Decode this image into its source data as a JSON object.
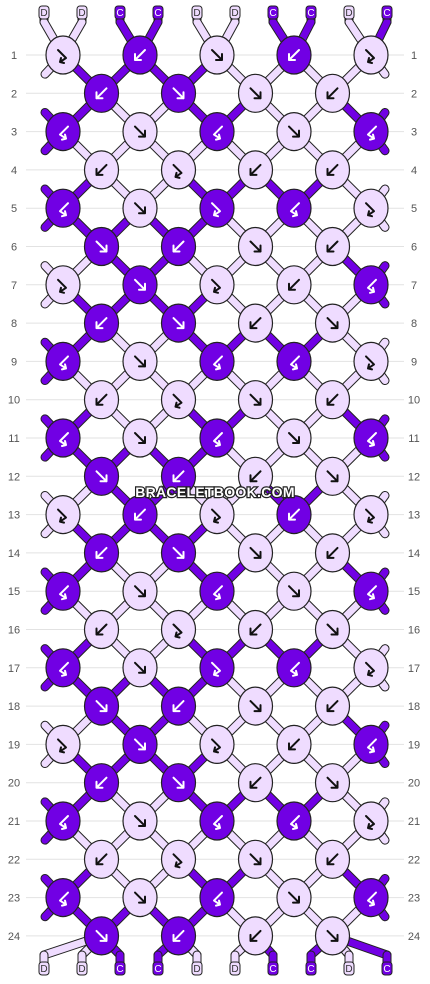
{
  "watermark": "BRACELETBOOK.COM",
  "colors": {
    "C": "#7100e4",
    "D": "#efdcff"
  },
  "top_labels": [
    "D",
    "D",
    "C",
    "C",
    "D",
    "D",
    "C",
    "C",
    "D",
    "C"
  ],
  "bottom_labels": [
    "D",
    "D",
    "C",
    "C",
    "D",
    "D",
    "C",
    "C",
    "D",
    "C"
  ],
  "row_labels": [
    "1",
    "2",
    "3",
    "4",
    "5",
    "6",
    "7",
    "8",
    "9",
    "10",
    "11",
    "12",
    "13",
    "14",
    "15",
    "16",
    "17",
    "18",
    "19",
    "20",
    "21",
    "22",
    "23",
    "24"
  ],
  "knot_rows": [
    [
      {
        "c": "D",
        "a": "fb"
      },
      {
        "c": "C",
        "a": "b"
      },
      {
        "c": "D",
        "a": "f"
      },
      {
        "c": "C",
        "a": "b"
      },
      {
        "c": "D",
        "a": "fb"
      }
    ],
    [
      {
        "c": "C",
        "a": "b"
      },
      {
        "c": "C",
        "a": "f"
      },
      {
        "c": "D",
        "a": "f"
      },
      {
        "c": "D",
        "a": "b"
      }
    ],
    [
      {
        "c": "C",
        "a": "bf"
      },
      {
        "c": "D",
        "a": "f"
      },
      {
        "c": "C",
        "a": "bf"
      },
      {
        "c": "D",
        "a": "f"
      },
      {
        "c": "C",
        "a": "bf"
      }
    ],
    [
      {
        "c": "D",
        "a": "b"
      },
      {
        "c": "D",
        "a": "fb"
      },
      {
        "c": "D",
        "a": "b"
      },
      {
        "c": "D",
        "a": "b"
      }
    ],
    [
      {
        "c": "C",
        "a": "bf"
      },
      {
        "c": "D",
        "a": "f"
      },
      {
        "c": "C",
        "a": "fb"
      },
      {
        "c": "C",
        "a": "bf"
      },
      {
        "c": "D",
        "a": "fb"
      }
    ],
    [
      {
        "c": "C",
        "a": "f"
      },
      {
        "c": "C",
        "a": "b"
      },
      {
        "c": "D",
        "a": "f"
      },
      {
        "c": "D",
        "a": "b"
      }
    ],
    [
      {
        "c": "D",
        "a": "fb"
      },
      {
        "c": "C",
        "a": "f"
      },
      {
        "c": "D",
        "a": "fb"
      },
      {
        "c": "D",
        "a": "b"
      },
      {
        "c": "C",
        "a": "bf"
      }
    ],
    [
      {
        "c": "C",
        "a": "b"
      },
      {
        "c": "C",
        "a": "f"
      },
      {
        "c": "D",
        "a": "b"
      },
      {
        "c": "D",
        "a": "f"
      }
    ],
    [
      {
        "c": "C",
        "a": "bf"
      },
      {
        "c": "D",
        "a": "f"
      },
      {
        "c": "C",
        "a": "bf"
      },
      {
        "c": "C",
        "a": "bf"
      },
      {
        "c": "D",
        "a": "fb"
      }
    ],
    [
      {
        "c": "D",
        "a": "b"
      },
      {
        "c": "D",
        "a": "fb"
      },
      {
        "c": "D",
        "a": "f"
      },
      {
        "c": "D",
        "a": "b"
      }
    ],
    [
      {
        "c": "C",
        "a": "bf"
      },
      {
        "c": "D",
        "a": "f"
      },
      {
        "c": "C",
        "a": "bf"
      },
      {
        "c": "D",
        "a": "f"
      },
      {
        "c": "C",
        "a": "bf"
      }
    ],
    [
      {
        "c": "C",
        "a": "f"
      },
      {
        "c": "C",
        "a": "b"
      },
      {
        "c": "D",
        "a": "b"
      },
      {
        "c": "D",
        "a": "f"
      }
    ],
    [
      {
        "c": "D",
        "a": "fb"
      },
      {
        "c": "C",
        "a": "b"
      },
      {
        "c": "D",
        "a": "fb"
      },
      {
        "c": "C",
        "a": "b"
      },
      {
        "c": "D",
        "a": "fb"
      }
    ],
    [
      {
        "c": "C",
        "a": "b"
      },
      {
        "c": "C",
        "a": "f"
      },
      {
        "c": "D",
        "a": "f"
      },
      {
        "c": "D",
        "a": "b"
      }
    ],
    [
      {
        "c": "C",
        "a": "bf"
      },
      {
        "c": "D",
        "a": "f"
      },
      {
        "c": "C",
        "a": "bf"
      },
      {
        "c": "D",
        "a": "f"
      },
      {
        "c": "C",
        "a": "bf"
      }
    ],
    [
      {
        "c": "D",
        "a": "b"
      },
      {
        "c": "D",
        "a": "fb"
      },
      {
        "c": "D",
        "a": "b"
      },
      {
        "c": "D",
        "a": "f"
      }
    ],
    [
      {
        "c": "C",
        "a": "bf"
      },
      {
        "c": "D",
        "a": "f"
      },
      {
        "c": "C",
        "a": "fb"
      },
      {
        "c": "C",
        "a": "bf"
      },
      {
        "c": "D",
        "a": "fb"
      }
    ],
    [
      {
        "c": "C",
        "a": "f"
      },
      {
        "c": "C",
        "a": "b"
      },
      {
        "c": "D",
        "a": "f"
      },
      {
        "c": "D",
        "a": "b"
      }
    ],
    [
      {
        "c": "D",
        "a": "fb"
      },
      {
        "c": "C",
        "a": "f"
      },
      {
        "c": "D",
        "a": "fb"
      },
      {
        "c": "D",
        "a": "b"
      },
      {
        "c": "C",
        "a": "bf"
      }
    ],
    [
      {
        "c": "C",
        "a": "b"
      },
      {
        "c": "C",
        "a": "f"
      },
      {
        "c": "D",
        "a": "b"
      },
      {
        "c": "D",
        "a": "f"
      }
    ],
    [
      {
        "c": "C",
        "a": "bf"
      },
      {
        "c": "D",
        "a": "f"
      },
      {
        "c": "C",
        "a": "bf"
      },
      {
        "c": "C",
        "a": "bf"
      },
      {
        "c": "D",
        "a": "fb"
      }
    ],
    [
      {
        "c": "D",
        "a": "b"
      },
      {
        "c": "D",
        "a": "fb"
      },
      {
        "c": "D",
        "a": "f"
      },
      {
        "c": "D",
        "a": "b"
      }
    ],
    [
      {
        "c": "C",
        "a": "bf"
      },
      {
        "c": "D",
        "a": "f"
      },
      {
        "c": "C",
        "a": "bf"
      },
      {
        "c": "D",
        "a": "f"
      },
      {
        "c": "C",
        "a": "bf"
      }
    ],
    [
      {
        "c": "C",
        "a": "f"
      },
      {
        "c": "C",
        "a": "b"
      },
      {
        "c": "D",
        "a": "b"
      },
      {
        "c": "D",
        "a": "f"
      }
    ]
  ]
}
